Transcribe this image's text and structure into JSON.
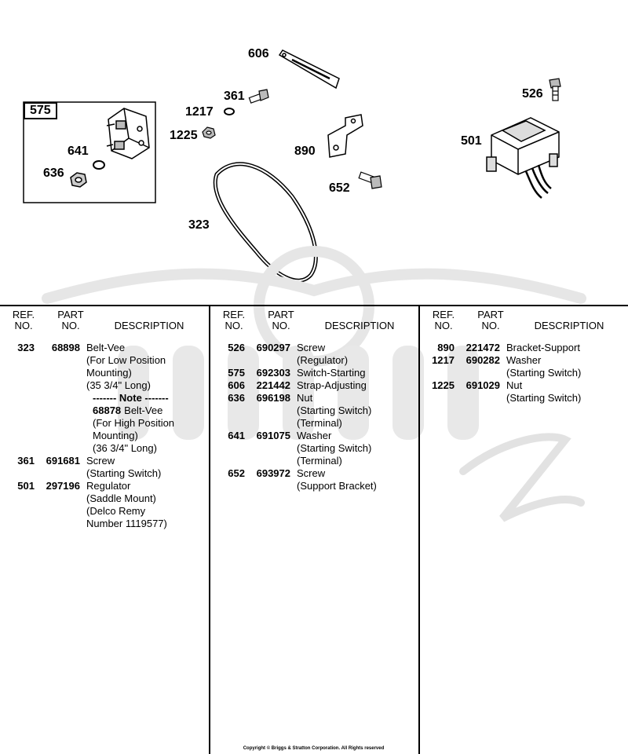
{
  "diagram": {
    "callouts": {
      "c606": "606",
      "c361": "361",
      "c1217": "1217",
      "c1225": "1225",
      "c575": "575",
      "c641": "641",
      "c636": "636",
      "c890": "890",
      "c652": "652",
      "c323": "323",
      "c526": "526",
      "c501": "501"
    }
  },
  "table": {
    "headers": {
      "ref_top": "REF.",
      "ref_bottom": "NO.",
      "part_top": "PART",
      "part_bottom": "NO.",
      "description": "DESCRIPTION"
    },
    "col1": {
      "r323": {
        "ref": "323",
        "part": "68898",
        "lines": [
          "Belt-Vee",
          "(For Low Position",
          "Mounting)",
          "(35 3/4\" Long)"
        ]
      },
      "note": "------- Note -------",
      "alt": {
        "part": "68878",
        "lines": [
          "Belt-Vee",
          "(For High Position",
          "Mounting)",
          "(36 3/4\" Long)"
        ]
      },
      "r361": {
        "ref": "361",
        "part": "691681",
        "lines": [
          "Screw",
          "(Starting Switch)"
        ]
      },
      "r501": {
        "ref": "501",
        "part": "297196",
        "lines": [
          "Regulator",
          "(Saddle Mount)",
          "(Delco Remy",
          "Number 1119577)"
        ]
      }
    },
    "col2": {
      "r526": {
        "ref": "526",
        "part": "690297",
        "lines": [
          "Screw",
          "(Regulator)"
        ]
      },
      "r575": {
        "ref": "575",
        "part": "692303",
        "lines": [
          "Switch-Starting"
        ]
      },
      "r606": {
        "ref": "606",
        "part": "221442",
        "lines": [
          "Strap-Adjusting"
        ]
      },
      "r636": {
        "ref": "636",
        "part": "696198",
        "lines": [
          "Nut",
          "(Starting Switch)",
          "(Terminal)"
        ]
      },
      "r641": {
        "ref": "641",
        "part": "691075",
        "lines": [
          "Washer",
          "(Starting Switch)",
          "(Terminal)"
        ]
      },
      "r652": {
        "ref": "652",
        "part": "693972",
        "lines": [
          "Screw",
          "(Support Bracket)"
        ]
      }
    },
    "col3": {
      "r890": {
        "ref": "890",
        "part": "221472",
        "lines": [
          "Bracket-Support"
        ]
      },
      "r1217": {
        "ref": "1217",
        "part": "690282",
        "lines": [
          "Washer",
          "(Starting Switch)"
        ]
      },
      "r1225": {
        "ref": "1225",
        "part": "691029",
        "lines": [
          "Nut",
          "(Starting Switch)"
        ]
      }
    }
  },
  "copyright": "Copyright © Briggs & Stratton Corporation. All Rights reserved"
}
